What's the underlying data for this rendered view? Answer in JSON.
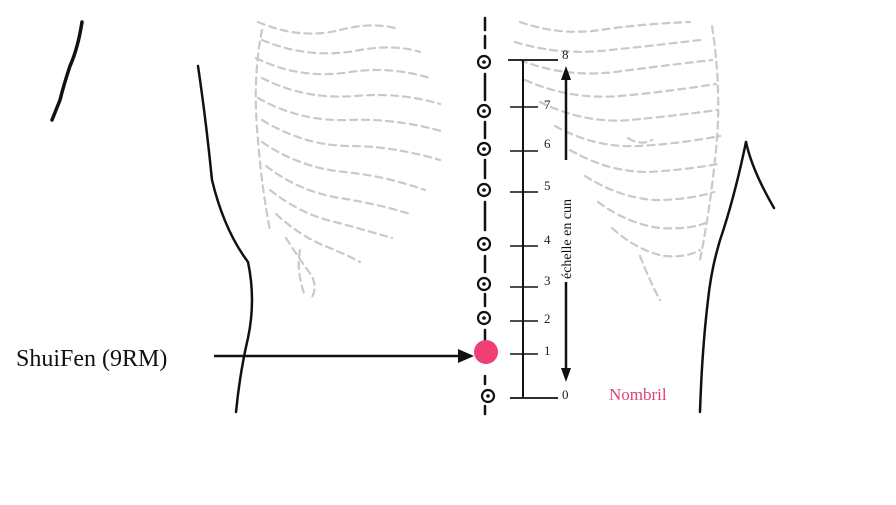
{
  "point": {
    "label": "ShuiFen (9RM)",
    "color": "#ef3f74"
  },
  "landmark": {
    "label": "Nombril",
    "color": "#e0407a"
  },
  "scale": {
    "caption": "échelle en cun",
    "ticks": [
      "0",
      "1",
      "2",
      "3",
      "4",
      "5",
      "6",
      "7",
      "8"
    ]
  }
}
